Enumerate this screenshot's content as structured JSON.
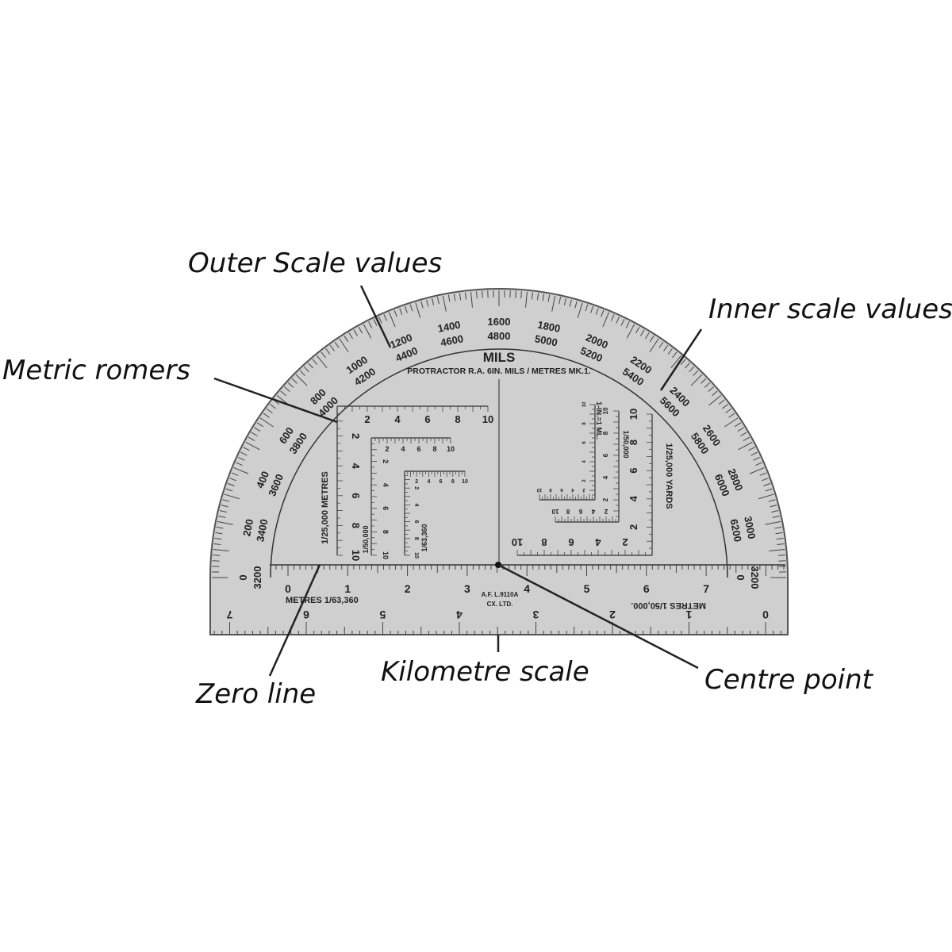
{
  "callouts": {
    "outer_scale": "Outer Scale values",
    "inner_scale": "Inner scale values",
    "metric_romers": "Metric romers",
    "zero_line": "Zero line",
    "kilometre_scale": "Kilometre scale",
    "centre_point": "Centre point"
  },
  "protractor": {
    "title": "MILS",
    "subtitle": "PROTRACTOR R.A. 6IN. MILS / METRES MK.1.",
    "outer_values": [
      "0",
      "200",
      "400",
      "600",
      "800",
      "1000",
      "1200",
      "1400",
      "1600",
      "1800",
      "2000",
      "2200",
      "2400",
      "2600",
      "2800",
      "3000",
      "3200"
    ],
    "inner_values": [
      "3200",
      "3400",
      "3600",
      "3800",
      "4000",
      "4200",
      "4400",
      "4600",
      "4800",
      "5000",
      "5200",
      "5400",
      "5600",
      "5800",
      "6000",
      "6200",
      "0"
    ],
    "km_scale_top": {
      "labels": [
        "0",
        "1",
        "2",
        "3",
        "4",
        "5",
        "6",
        "7"
      ],
      "caption": "METRES 1/63,360"
    },
    "km_scale_bottom": {
      "labels": [
        "0",
        "1",
        "2",
        "3",
        "4",
        "5",
        "6",
        "7"
      ],
      "caption": "METRES 1/50,000."
    },
    "maker": [
      "A.F. L.9110A",
      "CX. LTD."
    ],
    "romers_left": {
      "caption_large": "1/25,000 METRES",
      "caption_mid": "1/50,000",
      "caption_small": "1/63,360",
      "labels": [
        "2",
        "4",
        "6",
        "8",
        "10"
      ]
    },
    "romers_right": {
      "caption_large": "1/25,000 YARDS",
      "caption_mid": "1/50,000",
      "caption_small": "1-IN.=1 ML.",
      "labels": [
        "2",
        "4",
        "6",
        "8",
        "10"
      ]
    },
    "colors": {
      "body": "#cfcfcf",
      "edge": "#555555",
      "ink": "#222222"
    }
  }
}
